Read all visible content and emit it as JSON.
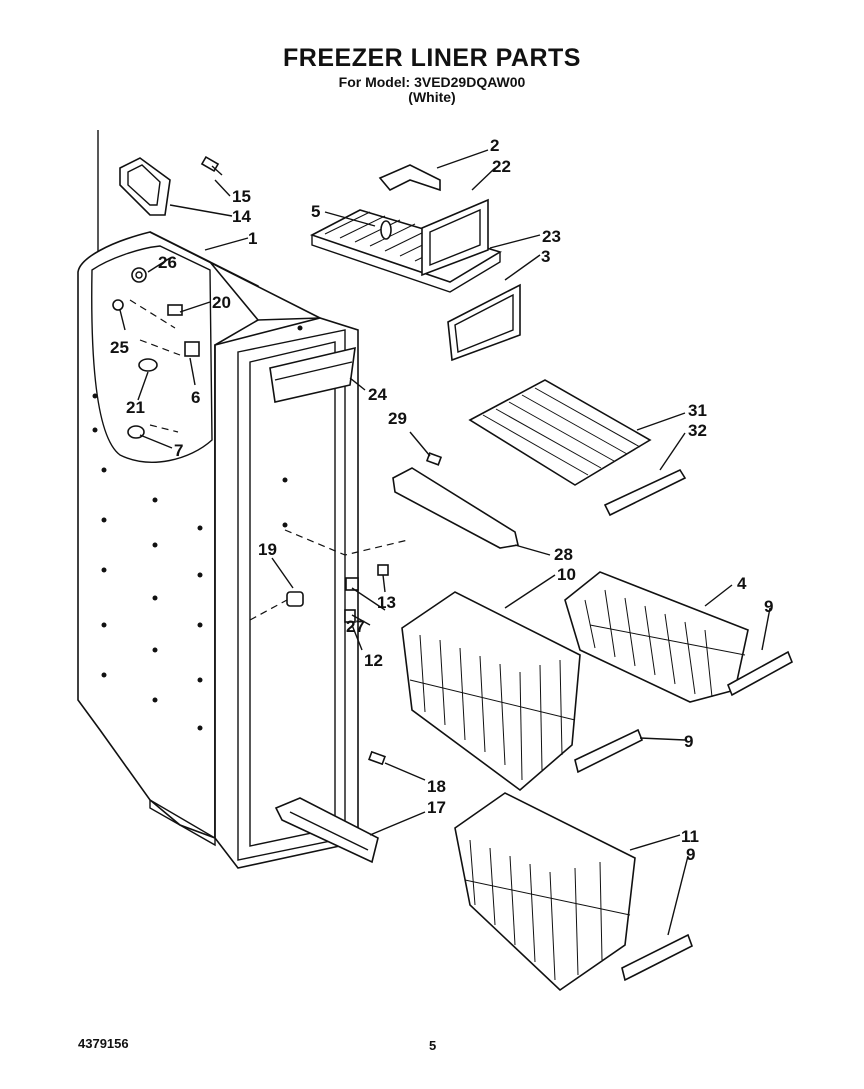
{
  "header": {
    "title": "FREEZER LINER PARTS",
    "model_line": "For Model: 3VED29DQAW00",
    "variant": "(White)"
  },
  "footer": {
    "doc_number": "4379156",
    "page_number": "5"
  },
  "callouts": {
    "n1": "1",
    "n2": "2",
    "n3": "3",
    "n4": "4",
    "n5": "5",
    "n6": "6",
    "n7": "7",
    "n9a": "9",
    "n9b": "9",
    "n9c": "9",
    "n10": "10",
    "n11": "11",
    "n12": "12",
    "n13": "13",
    "n14": "14",
    "n15": "15",
    "n17": "17",
    "n18": "18",
    "n19": "19",
    "n20": "20",
    "n21": "21",
    "n22": "22",
    "n23": "23",
    "n24": "24",
    "n25": "25",
    "n26": "26",
    "n27": "27",
    "n28": "28",
    "n29": "29",
    "n31": "31",
    "n32": "32"
  }
}
